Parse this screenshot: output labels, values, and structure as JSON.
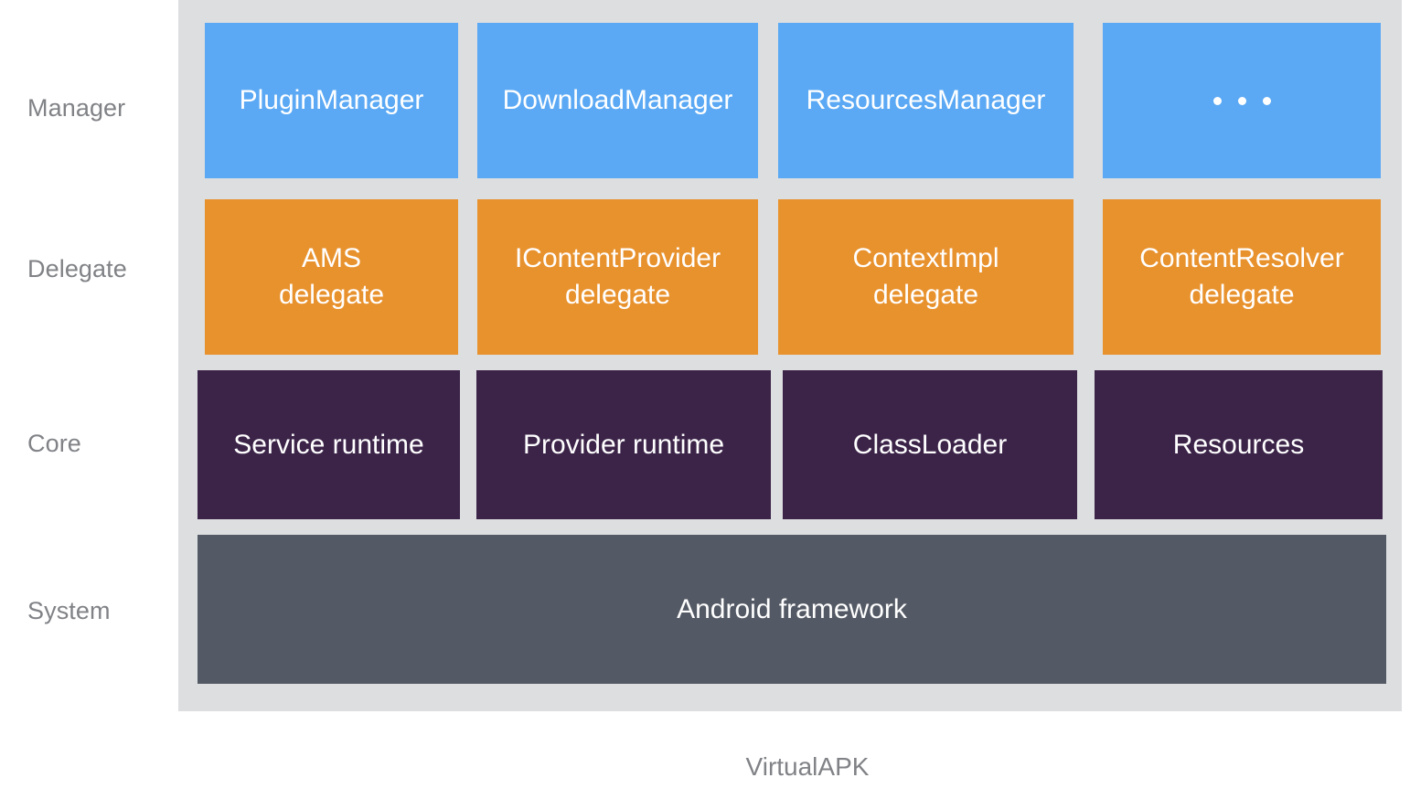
{
  "caption": "VirtualAPK",
  "colors": {
    "background": "#ffffff",
    "container": "#dcdee0",
    "manager": "#5ba9f4",
    "delegate": "#e8922e",
    "core": "#3c2449",
    "system": "#545a65",
    "label_text": "#808286",
    "cell_text": "#ffffff"
  },
  "rows": [
    {
      "label": "Manager",
      "cells": [
        {
          "text": "PluginManager"
        },
        {
          "text": "DownloadManager"
        },
        {
          "text": "ResourcesManager"
        },
        {
          "text": "",
          "icon": "ellipsis-icon"
        }
      ]
    },
    {
      "label": "Delegate",
      "cells": [
        {
          "text": "AMS\ndelegate"
        },
        {
          "text": "IContentProvider\ndelegate"
        },
        {
          "text": "ContextImpl\ndelegate"
        },
        {
          "text": "ContentResolver\ndelegate"
        }
      ]
    },
    {
      "label": "Core",
      "cells": [
        {
          "text": "Service runtime"
        },
        {
          "text": "Provider runtime"
        },
        {
          "text": "ClassLoader"
        },
        {
          "text": "Resources"
        }
      ]
    },
    {
      "label": "System",
      "cells": [
        {
          "text": "Android framework"
        }
      ]
    }
  ]
}
